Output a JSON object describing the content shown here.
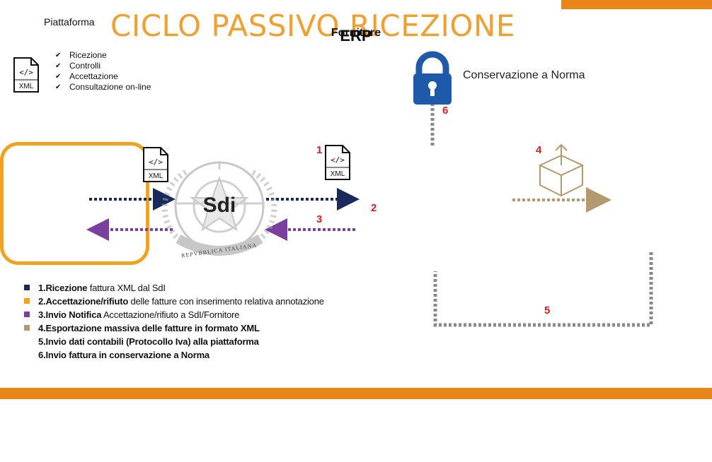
{
  "title": "CICLO PASSIVO RICEZIONE",
  "nodes": {
    "fornitore": "Fornitore",
    "sdi": "Sdi",
    "erp": "ERP",
    "platform_title": "Piattaforma",
    "platform_items": [
      "Ricezione",
      "Controlli",
      "Accettazione",
      "Consultazione on-line"
    ],
    "conservation": "Conservazione a Norma",
    "seal_text": "REPVBBLICA ITALIANA",
    "xml_label": "XML",
    "xml_code": "</>"
  },
  "step_numbers": [
    "1",
    "2",
    "3",
    "4",
    "5",
    "6"
  ],
  "legend": [
    {
      "bold": "1.Ricezione",
      "text": " fattura XML dal SdI",
      "color": "#1b2a5c"
    },
    {
      "bold": "2.Accettazione/rifiuto",
      "text": " delle fatture con inserimento relativa annotazione",
      "color": "#f0a31f"
    },
    {
      "bold": "3.Invio Notifica",
      "text": " Accettazione/rifiuto a SdI/Fornitore",
      "color": "#7b3f9e"
    },
    {
      "bold": "4.Esportazione massiva delle fatture in formato XML",
      "text": "",
      "color": "#b39a6e"
    },
    {
      "bold": "5.Invio dati contabili (Protocollo Iva) alla piattaforma",
      "text": "",
      "color": ""
    },
    {
      "bold": "6.Invio fattura in conservazione a Norma",
      "text": "",
      "color": ""
    }
  ],
  "colors": {
    "accent_orange": "#e8861a",
    "title_orange": "#f0a031",
    "navy": "#1b2a5c",
    "purple": "#7b3f9e",
    "tan": "#b39a6e",
    "gray": "#8a8a8a",
    "lock_blue": "#1e5aa8",
    "step_red": "#d32023"
  },
  "icons": [
    "xml-file-icon",
    "padlock-icon",
    "box-export-icon",
    "sdi-emblem-icon",
    "checkmark-icon"
  ]
}
